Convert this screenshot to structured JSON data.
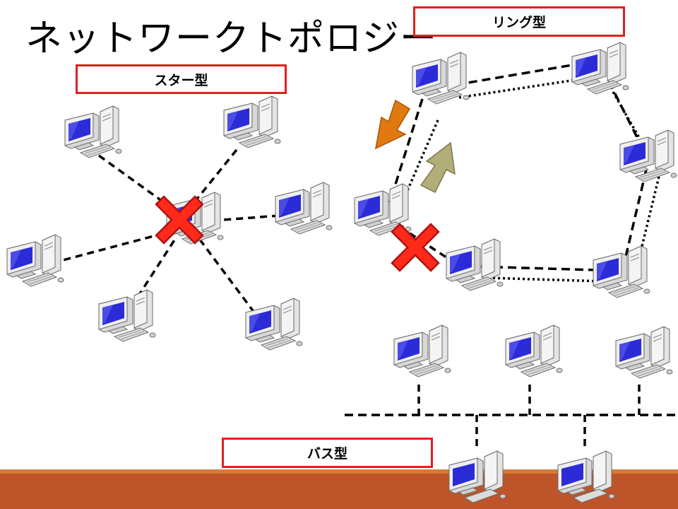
{
  "title": "ネットワークトポロジー",
  "labels": {
    "star": "スター型",
    "ring": "リング型",
    "bus": "バス型"
  },
  "colors": {
    "label_border": "#e02020",
    "failure_mark": "#ff2a1a",
    "arrow_down": "#e07a10",
    "arrow_up": "#b3ad7a",
    "footer": "#be552a",
    "monitor_screen": "#2b2bd8"
  },
  "icons": {
    "node": "desktop-computer-icon",
    "failure": "red-x-icon",
    "direction": "direction-arrow-icon"
  }
}
